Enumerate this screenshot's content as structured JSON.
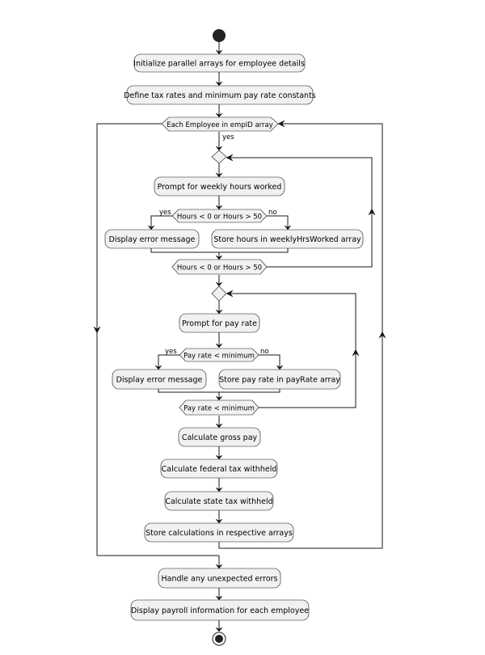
{
  "nodes": {
    "init_arrays": "Initialize parallel arrays for employee details",
    "define_constants": "Define tax rates and minimum pay rate constants",
    "loop_employee": "Each Employee in empID array",
    "loop_employee_yes": "yes",
    "prompt_hours": "Prompt for weekly hours worked",
    "check_hours": "Hours < 0 or Hours > 50",
    "check_hours_yes": "yes",
    "check_hours_no": "no",
    "error_hours": "Display error message",
    "store_hours": "Store hours in weeklyHrsWorked array",
    "repeat_hours": "Hours < 0 or Hours > 50",
    "prompt_rate": "Prompt for pay rate",
    "check_rate": "Pay rate < minimum",
    "check_rate_yes": "yes",
    "check_rate_no": "no",
    "error_rate": "Display error message",
    "store_rate": "Store pay rate in payRate array",
    "repeat_rate": "Pay rate < minimum",
    "calc_gross": "Calculate gross pay",
    "calc_federal": "Calculate federal tax withheld",
    "calc_state": "Calculate state tax withheld",
    "store_calcs": "Store calculations in respective arrays",
    "handle_errors": "Handle any unexpected errors",
    "display_payroll": "Display payroll information for each employee"
  }
}
